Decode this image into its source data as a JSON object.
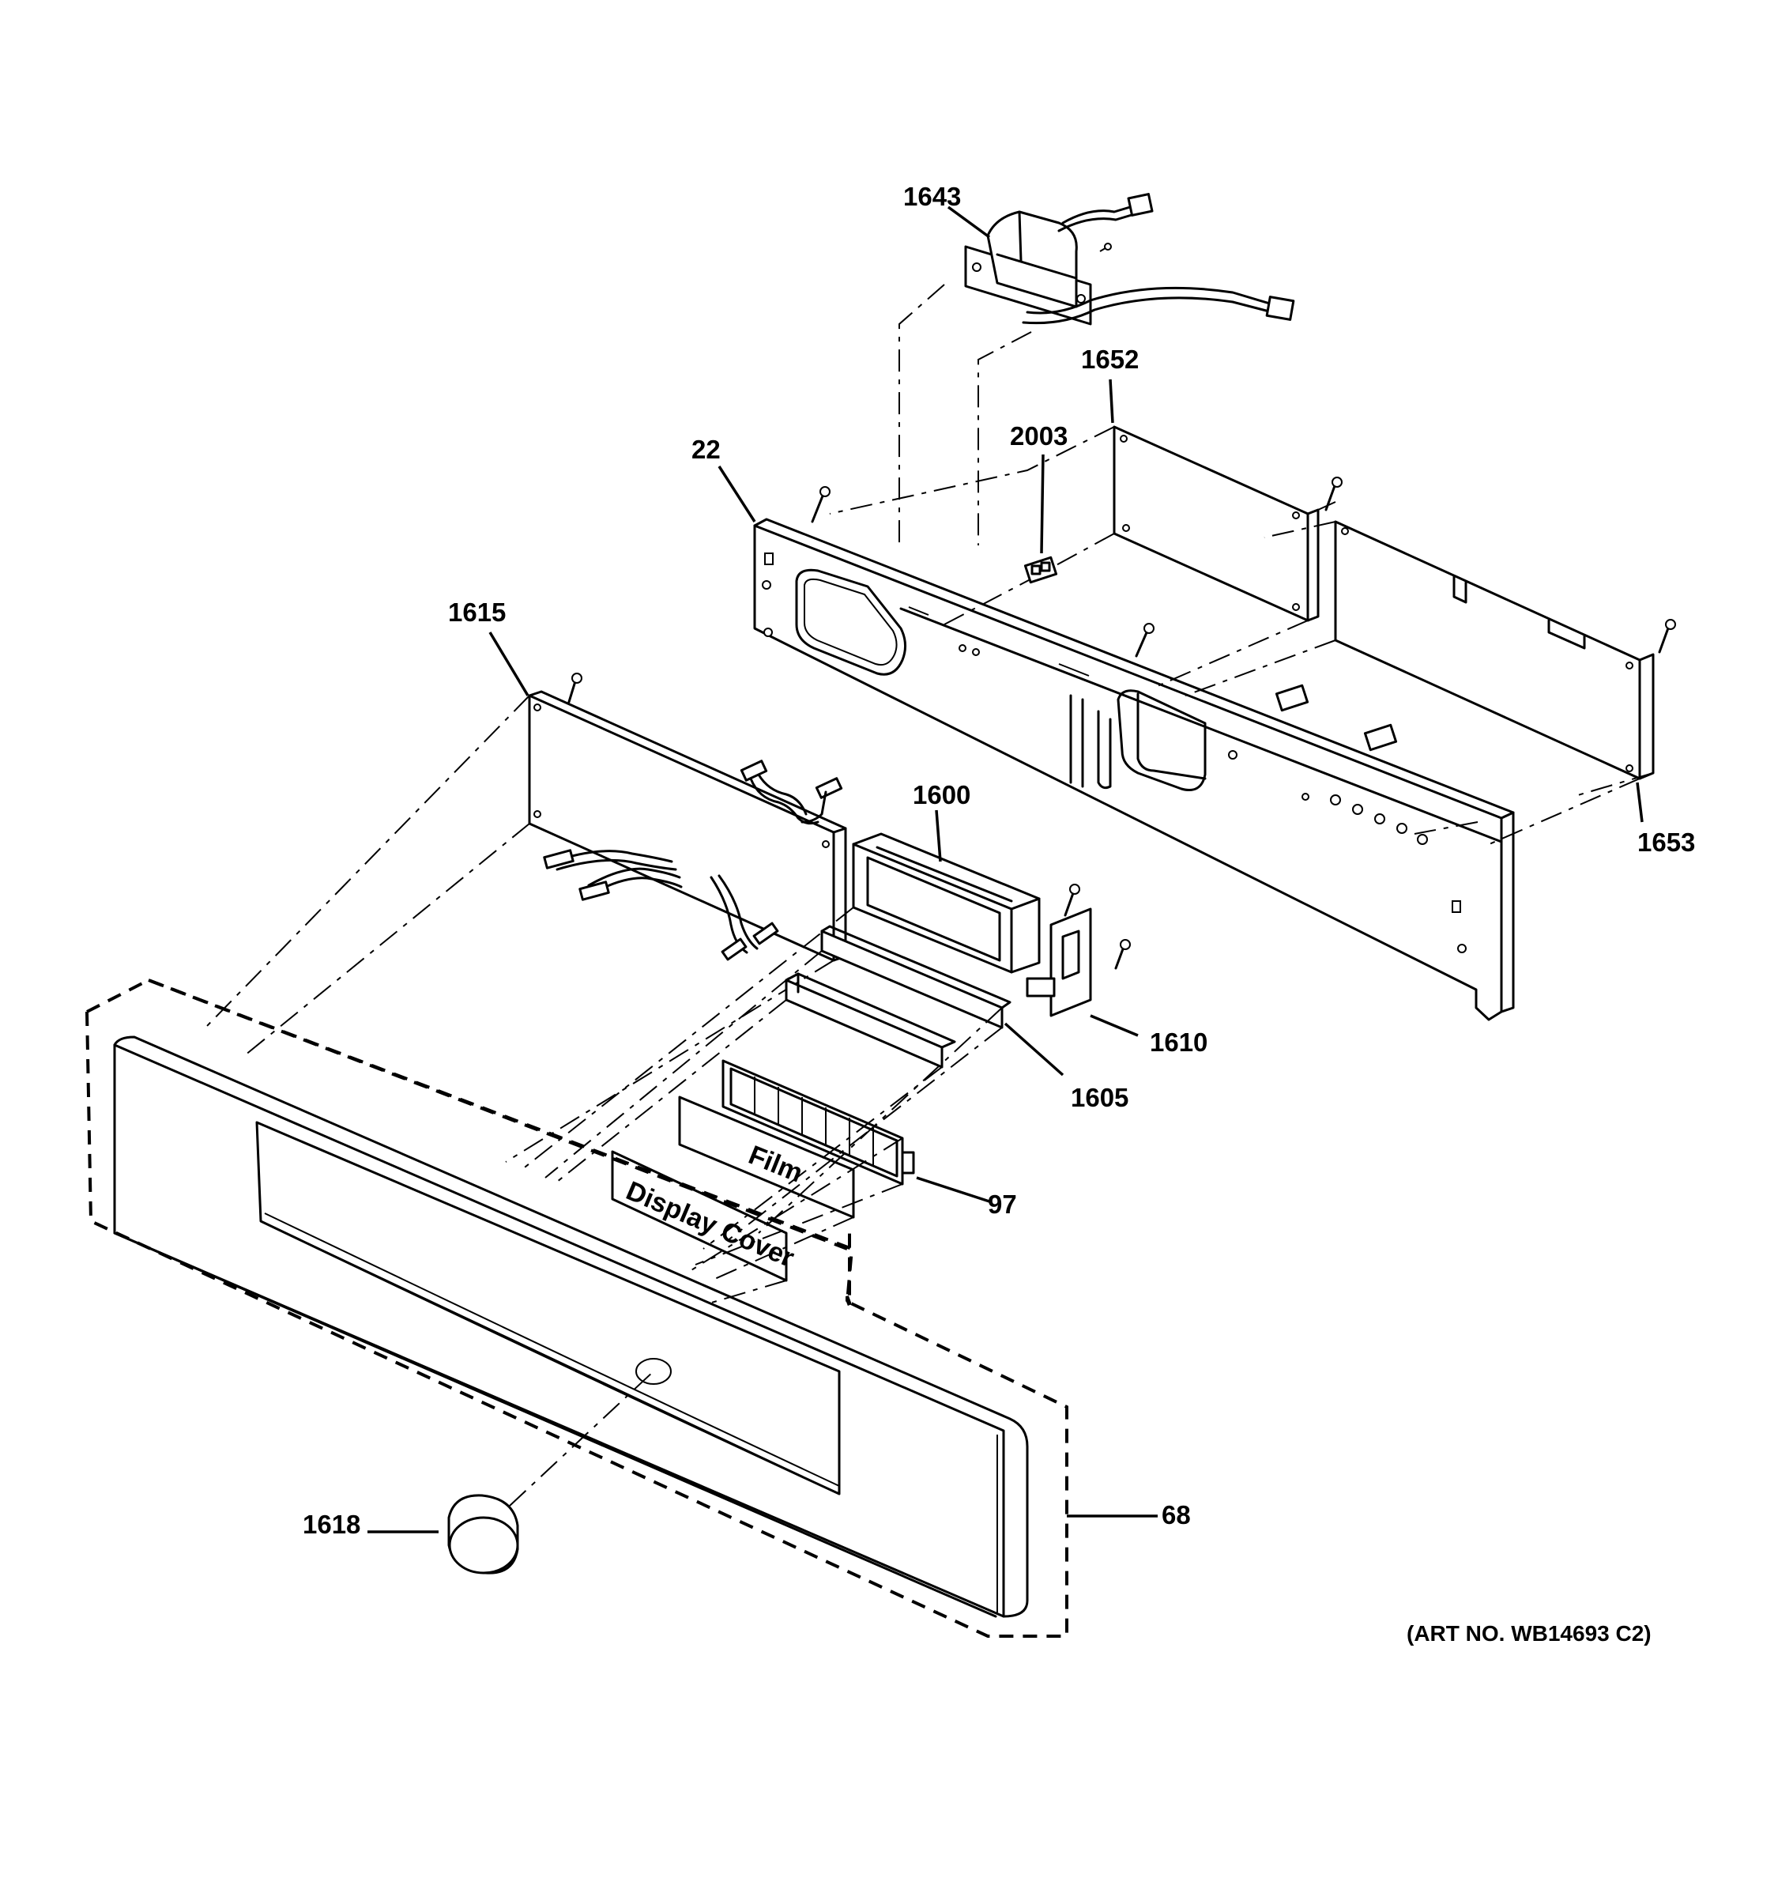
{
  "diagram": {
    "callouts": {
      "c1643": "1643",
      "c1652": "1652",
      "c2003": "2003",
      "c22": "22",
      "c1615": "1615",
      "c1600": "1600",
      "c1653": "1653",
      "c1610": "1610",
      "c1605": "1605",
      "c97": "97",
      "c68": "68",
      "c1618": "1618"
    },
    "part_labels": {
      "film": "Film",
      "display_cover": "Display Cover"
    },
    "art_number": "(ART NO. WB14693 C2)"
  }
}
